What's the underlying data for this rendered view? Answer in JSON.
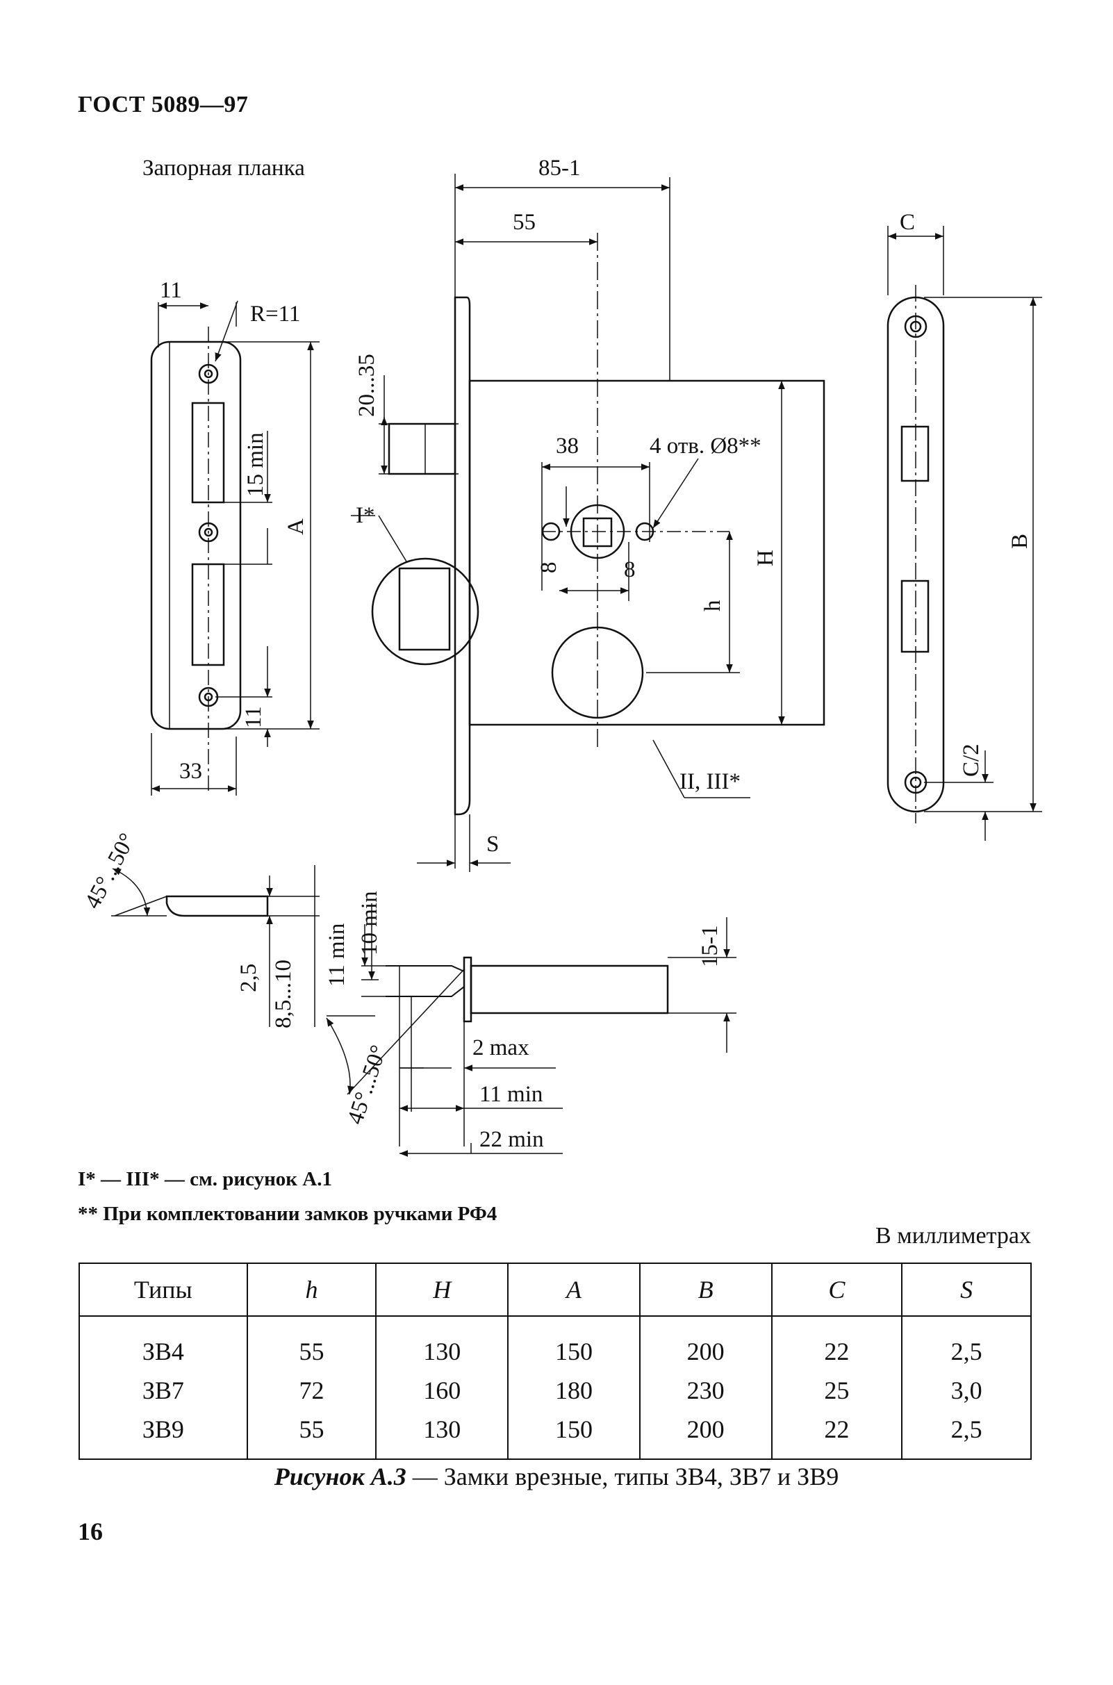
{
  "header": {
    "doc_id": "ГОСТ 5089—97"
  },
  "drawing": {
    "strike_plate_title": "Запорная планка",
    "dims": {
      "width_85": "85-1",
      "width_55": "55",
      "c_top": "C",
      "eleven_top": "11",
      "radius": "R=11",
      "range_20_35": "20...35",
      "spacing_38": "38",
      "holes_note": "4 отв. Ø8**",
      "fifteen_min": "15 min",
      "a_label": "A",
      "b_label": "B",
      "h_upper": "H",
      "h_lower": "h",
      "detail_one": "I*",
      "detail_two_three": "II, III*",
      "eight_left": "8",
      "eight_right": "8",
      "eleven_bottom": "11",
      "thirty_three": "33",
      "c_half": "C/2",
      "s_label": "S",
      "angle_top": "45°...50°",
      "ten_min": "10 min",
      "fifteen_minus_one": "15-1",
      "eleven_min_vertical": "11 min",
      "two_five": "2,5",
      "range_8_5_10": "8,5...10",
      "angle_bottom": "45°...50°",
      "two_max": "2 max",
      "eleven_min": "11 min",
      "twenty_two_min": "22 min"
    }
  },
  "notes": {
    "line1": "I* — III* — см. рисунок А.1",
    "line2": "** При комплектовании замков ручками РФ4"
  },
  "units": "В миллиметрах",
  "table": {
    "headers": [
      "Типы",
      "h",
      "H",
      "A",
      "B",
      "C",
      "S"
    ],
    "rows": [
      [
        "ЗВ4",
        "55",
        "130",
        "150",
        "200",
        "22",
        "2,5"
      ],
      [
        "ЗВ7",
        "72",
        "160",
        "180",
        "230",
        "25",
        "3,0"
      ],
      [
        "ЗВ9",
        "55",
        "130",
        "150",
        "200",
        "22",
        "2,5"
      ]
    ]
  },
  "caption": {
    "label": "Рисунок А.3",
    "text": " — Замки врезные, типы ЗВ4, ЗВ7 и ЗВ9"
  },
  "page_number": "16"
}
